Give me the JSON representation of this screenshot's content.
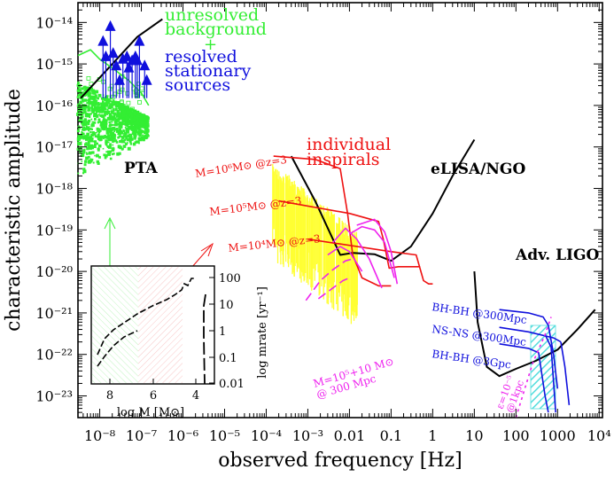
{
  "chart_data": {
    "type": "line",
    "xlabel": "observed frequency [Hz]",
    "ylabel": "characteristic amplitude",
    "xscale": "log",
    "yscale": "log",
    "xlim": [
      3e-09,
      12000.0
    ],
    "ylim": [
      3e-24,
      3e-14
    ],
    "x_ticks": [
      {
        "v": 1e-08,
        "label": "10⁻⁸"
      },
      {
        "v": 1e-07,
        "label": "10⁻⁷"
      },
      {
        "v": 1e-06,
        "label": "10⁻⁶"
      },
      {
        "v": 1e-05,
        "label": "10⁻⁵"
      },
      {
        "v": 0.0001,
        "label": "10⁻⁴"
      },
      {
        "v": 0.001,
        "label": "10⁻³"
      },
      {
        "v": 0.01,
        "label": "0.01"
      },
      {
        "v": 0.1,
        "label": "0.1"
      },
      {
        "v": 1,
        "label": "1"
      },
      {
        "v": 10,
        "label": "10"
      },
      {
        "v": 100,
        "label": "100"
      },
      {
        "v": 1000,
        "label": "1000"
      },
      {
        "v": 10000,
        "label": "10⁴"
      }
    ],
    "y_ticks": [
      {
        "v": 1e-14,
        "label": "10⁻¹⁴"
      },
      {
        "v": 1e-15,
        "label": "10⁻¹⁵"
      },
      {
        "v": 1e-16,
        "label": "10⁻¹⁶"
      },
      {
        "v": 1e-17,
        "label": "10⁻¹⁷"
      },
      {
        "v": 1e-18,
        "label": "10⁻¹⁸"
      },
      {
        "v": 1e-19,
        "label": "10⁻¹⁹"
      },
      {
        "v": 1e-20,
        "label": "10⁻²⁰"
      },
      {
        "v": 1e-21,
        "label": "10⁻²¹"
      },
      {
        "v": 1e-22,
        "label": "10⁻²²"
      },
      {
        "v": 1e-23,
        "label": "10⁻²³"
      }
    ],
    "colors": {
      "black": "#000000",
      "green": "#33ee33",
      "blue": "#1010dd",
      "red": "#ee1111",
      "magenta": "#ee22ee",
      "yellow": "#ffff33",
      "cyan": "#55dddd"
    },
    "curves": [
      {
        "id": "pta-sensitivity",
        "color": "black",
        "points": [
          [
            3.5e-09,
            1.5e-16
          ],
          [
            2.2e-08,
            1.1e-15
          ],
          [
            8e-08,
            4.5e-15
          ],
          [
            3.2e-07,
            1.2e-14
          ]
        ]
      },
      {
        "id": "pta-unresolved-line",
        "color": "green",
        "points": [
          [
            3e-09,
            1.6e-15
          ],
          [
            6e-09,
            2.2e-15
          ],
          [
            1e-08,
            1.3e-15
          ],
          [
            2e-08,
            8e-16
          ],
          [
            5e-08,
            4e-16
          ],
          [
            1e-07,
            2e-16
          ],
          [
            1.5e-07,
            1e-16
          ]
        ]
      },
      {
        "id": "elisa-sensitivity",
        "color": "black",
        "points": [
          [
            0.0004,
            6e-18
          ],
          [
            0.0015,
            5e-19
          ],
          [
            0.004,
            6e-20
          ],
          [
            0.006,
            2.5e-20
          ],
          [
            0.012,
            2.8e-20
          ],
          [
            0.04,
            2.6e-20
          ],
          [
            0.1,
            1.8e-20
          ],
          [
            0.3,
            4e-20
          ],
          [
            1,
            2.5e-19
          ],
          [
            3,
            2e-18
          ],
          [
            10,
            1.5e-17
          ]
        ]
      },
      {
        "id": "ligo-sensitivity",
        "color": "black",
        "points": [
          [
            10,
            1e-20
          ],
          [
            12,
            6e-22
          ],
          [
            20,
            5e-23
          ],
          [
            40,
            3e-23
          ],
          [
            100,
            4.5e-23
          ],
          [
            300,
            7e-23
          ],
          [
            1000,
            1.3e-22
          ],
          [
            3000,
            4e-22
          ],
          [
            8000,
            1.2e-21
          ]
        ]
      },
      {
        "id": "inspiral-1e6",
        "color": "red",
        "points": [
          [
            0.00015,
            6e-18
          ],
          [
            0.0015,
            5e-18
          ],
          [
            0.006,
            3e-18
          ],
          [
            0.009,
            2.5e-19
          ],
          [
            0.012,
            2.5e-20
          ],
          [
            0.02,
            7e-21
          ],
          [
            0.05,
            4.5e-21
          ],
          [
            0.1,
            4.5e-21
          ]
        ]
      },
      {
        "id": "inspiral-1e5",
        "color": "red",
        "points": [
          [
            0.0002,
            5e-19
          ],
          [
            0.01,
            2.5e-19
          ],
          [
            0.05,
            1.6e-19
          ],
          [
            0.065,
            6e-20
          ],
          [
            0.09,
            1.2e-20
          ],
          [
            0.15,
            1.3e-20
          ],
          [
            0.5,
            1.3e-20
          ]
        ]
      },
      {
        "id": "inspiral-1e4",
        "color": "red",
        "points": [
          [
            0.001,
            6e-20
          ],
          [
            0.1,
            3e-20
          ],
          [
            0.4,
            2.5e-20
          ],
          [
            0.6,
            6e-21
          ],
          [
            0.8,
            5e-21
          ],
          [
            1,
            5e-21
          ]
        ]
      },
      {
        "id": "emri-1",
        "color": "magenta",
        "points": [
          [
            0.004,
            5e-20
          ],
          [
            0.008,
            1.1e-19
          ],
          [
            0.015,
            6e-20
          ],
          [
            0.03,
            2e-20
          ],
          [
            0.06,
            4e-21
          ]
        ]
      },
      {
        "id": "emri-2",
        "color": "magenta",
        "points": [
          [
            0.01,
            8e-20
          ],
          [
            0.02,
            1.2e-19
          ],
          [
            0.04,
            1e-19
          ],
          [
            0.07,
            5e-20
          ],
          [
            0.12,
            7e-21
          ]
        ]
      },
      {
        "id": "emri-3",
        "color": "magenta",
        "points": [
          [
            0.015,
            1.3e-19
          ],
          [
            0.04,
            1.8e-19
          ],
          [
            0.07,
            9e-20
          ],
          [
            0.1,
            3e-20
          ],
          [
            0.14,
            5e-21
          ]
        ]
      },
      {
        "id": "emri-4",
        "color": "magenta",
        "points": [
          [
            0.003,
            2.5e-20
          ],
          [
            0.006,
            4e-20
          ],
          [
            0.01,
            3e-20
          ],
          [
            0.02,
            1e-20
          ]
        ]
      },
      {
        "id": "emri-dash-1",
        "color": "magenta",
        "dash": "10 5",
        "points": [
          [
            0.0009,
            2e-21
          ],
          [
            0.002,
            6e-21
          ],
          [
            0.004,
            1.1e-20
          ],
          [
            0.008,
            1.8e-20
          ],
          [
            0.012,
            2e-20
          ]
        ]
      },
      {
        "id": "emri-dash-2",
        "color": "magenta",
        "dash": "10 5",
        "points": [
          [
            0.0018,
            2.2e-21
          ],
          [
            0.004,
            4e-21
          ],
          [
            0.007,
            6e-21
          ],
          [
            0.01,
            7e-21
          ]
        ]
      },
      {
        "id": "bhbh-300",
        "color": "blue",
        "points": [
          [
            40,
            1.2e-21
          ],
          [
            200,
            1e-21
          ],
          [
            450,
            8e-22
          ],
          [
            600,
            5e-22
          ],
          [
            800,
            1e-22
          ],
          [
            1000,
            1.5e-23
          ]
        ]
      },
      {
        "id": "nsns-300",
        "color": "blue",
        "points": [
          [
            40,
            4.5e-22
          ],
          [
            200,
            3.5e-22
          ],
          [
            800,
            2.5e-22
          ],
          [
            1200,
            2e-22
          ]
        ]
      },
      {
        "id": "bhbh-3gpc",
        "color": "blue",
        "points": [
          [
            40,
            1.8e-22
          ],
          [
            200,
            1.4e-22
          ],
          [
            350,
            1.1e-22
          ],
          [
            500,
            1e-23
          ],
          [
            600,
            4e-24
          ]
        ]
      },
      {
        "id": "ligo-blue-diag-1",
        "color": "blue",
        "points": [
          [
            500,
            3e-22
          ],
          [
            700,
            1.5e-22
          ],
          [
            900,
            4e-24
          ]
        ]
      },
      {
        "id": "ligo-blue-diag-2",
        "color": "blue",
        "points": [
          [
            1200,
            2e-22
          ],
          [
            1500,
            5e-23
          ],
          [
            1900,
            6e-24
          ]
        ]
      },
      {
        "id": "supernova",
        "color": "magenta",
        "dash": "3 4",
        "points": [
          [
            100,
            3e-24
          ],
          [
            250,
            6e-23
          ],
          [
            500,
            3e-22
          ],
          [
            700,
            8e-22
          ]
        ]
      }
    ],
    "pta_resolved_points": [
      [
        1.2e-08,
        3.5e-15
      ],
      [
        1.4e-08,
        1.5e-15
      ],
      [
        1.8e-08,
        8e-15
      ],
      [
        2.1e-08,
        1.8e-15
      ],
      [
        2.5e-08,
        9e-16
      ],
      [
        3e-08,
        4e-16
      ],
      [
        3.6e-08,
        1.3e-15
      ],
      [
        4.5e-08,
        1.5e-15
      ],
      [
        5e-08,
        8e-16
      ],
      [
        6e-08,
        1.2e-15
      ],
      [
        7.2e-08,
        1.5e-15
      ],
      [
        8e-08,
        1.2e-15
      ],
      [
        9e-08,
        3.5e-15
      ],
      [
        1.2e-07,
        9e-16
      ],
      [
        1.35e-07,
        4e-16
      ]
    ],
    "inset": {
      "xlabel": "log M [M⊙]",
      "ylabel": "log mrate [yr⁻¹]",
      "x_ticks": [
        {
          "v": 8,
          "label": "8"
        },
        {
          "v": 6,
          "label": "6"
        },
        {
          "v": 4,
          "label": "4"
        }
      ],
      "y_ticks": [
        {
          "v": 100,
          "label": "100"
        },
        {
          "v": 10,
          "label": "10"
        },
        {
          "v": 1,
          "label": "1"
        },
        {
          "v": 0.1,
          "label": "0.1"
        },
        {
          "v": 0.01,
          "label": "0.01"
        }
      ]
    },
    "labels": {
      "unresolved": "unresolved\nbackground",
      "plus": "+",
      "resolved": "resolved\nstationary\nsources",
      "pta": "PTA",
      "individual": "individual\ninspirals",
      "elisa": "eLISA/NGO",
      "adv_ligo": "Adv. LIGO",
      "m6": "M=10⁶M⊙ @z=3",
      "m5": "M=10⁵M⊙ @z=3",
      "m4": "M=10⁴M⊙ @z=3",
      "emri": "M=10⁵+10 M⊙\n@ 300 Mpc",
      "bhbh300": "BH-BH @300Mpc",
      "nsns300": "NS-NS @300Mpc",
      "bhbh3g": "BH-BH @3Gpc",
      "sn": "ε=10⁻⁵\n@1kpc"
    }
  }
}
